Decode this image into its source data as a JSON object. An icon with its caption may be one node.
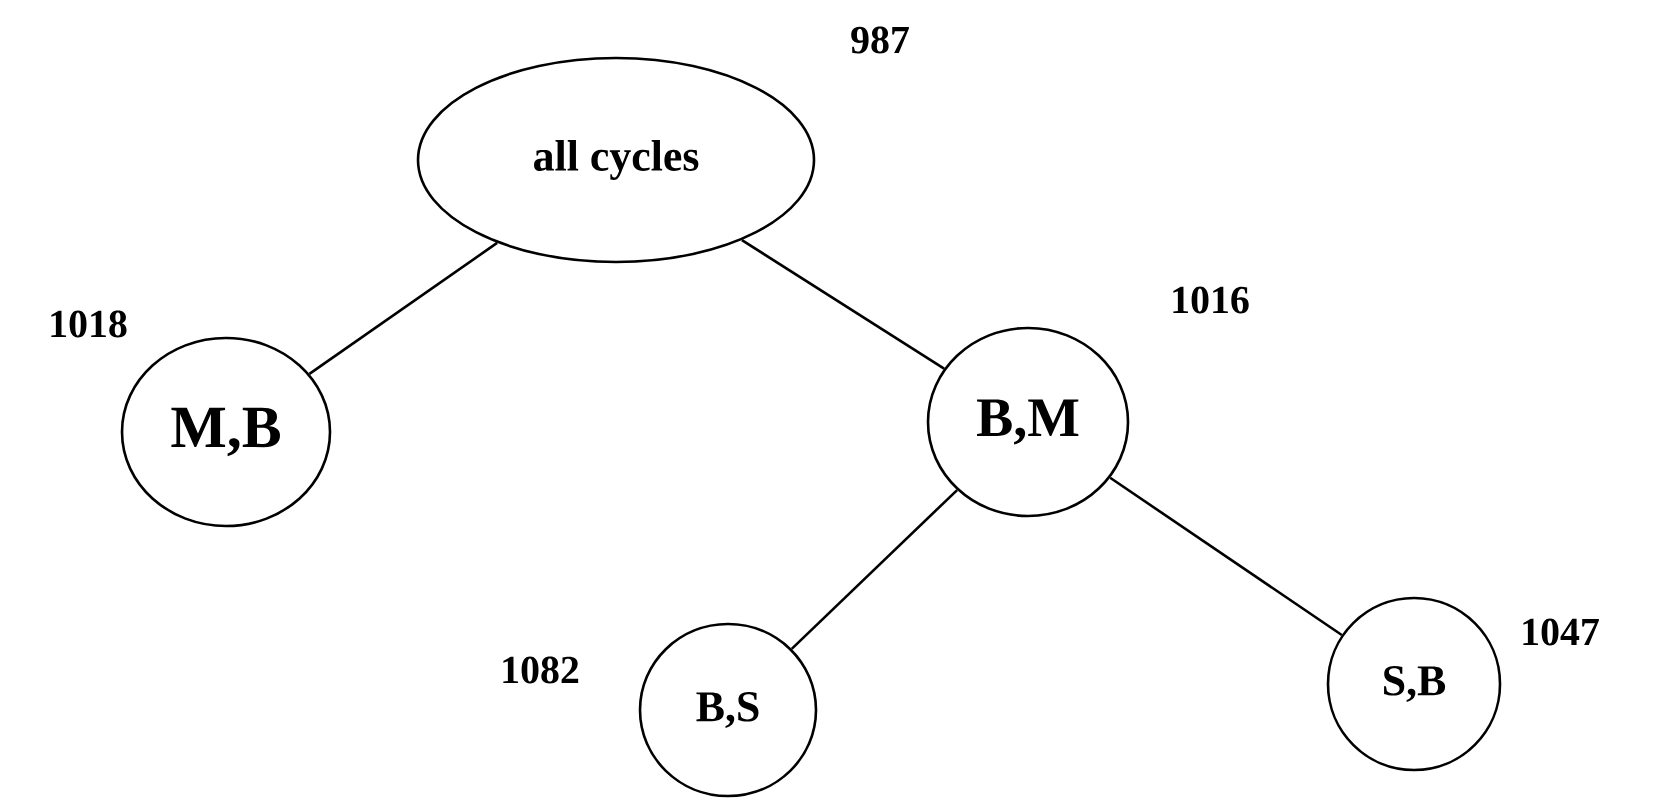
{
  "diagram": {
    "nodes": [
      {
        "text": [
          "all cycles"
        ],
        "beside": [
          "987"
        ]
      },
      {
        "text": [
          "M,B"
        ],
        "beside": [
          "1018"
        ]
      },
      {
        "text": [
          "B,M"
        ],
        "beside": [
          "1016"
        ]
      },
      {
        "text": [
          "B,S"
        ],
        "beside": [
          "1082"
        ]
      },
      {
        "text": [
          "S,B"
        ],
        "beside": [
          "1047"
        ]
      }
    ],
    "edges": [
      {
        "from": 0,
        "to": 1,
        "arrow": "none"
      },
      {
        "from": 0,
        "to": 2,
        "arrow": "none"
      },
      {
        "from": 2,
        "to": 3,
        "arrow": "none"
      },
      {
        "from": 2,
        "to": 4,
        "arrow": "none"
      }
    ]
  }
}
